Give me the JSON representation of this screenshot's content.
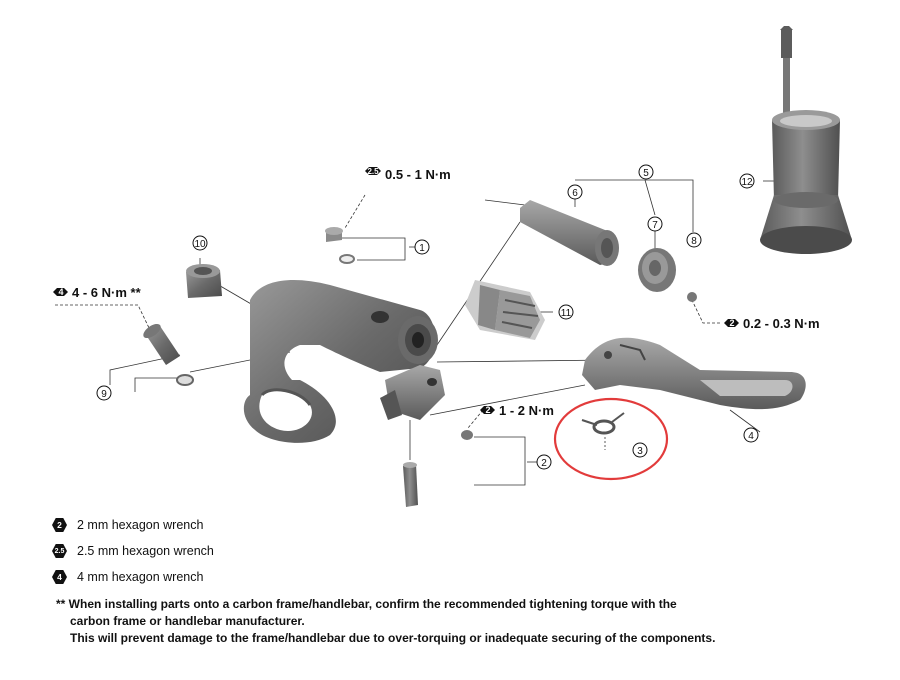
{
  "diagram": {
    "torque_labels": {
      "t_25": "0.5 - 1 N·m",
      "t_4": "4 - 6 N·m **",
      "t_2a": "0.2 - 0.3 N·m",
      "t_2b": "1 - 2 N·m"
    },
    "tool_badges": {
      "b2": "2",
      "b25": "2.5",
      "b4": "4"
    },
    "part_numbers": {
      "p1": "1",
      "p2": "2",
      "p3": "3",
      "p4": "4",
      "p5": "5",
      "p6": "6",
      "p7": "7",
      "p8": "8",
      "p9": "9",
      "p10": "10",
      "p11": "11",
      "p12": "12"
    },
    "highlight_color": "#e23b3b",
    "part_color": "#6d6d6d"
  },
  "legend": [
    {
      "badge": "2",
      "text": "2 mm hexagon wrench"
    },
    {
      "badge": "2.5",
      "text": "2.5 mm hexagon wrench"
    },
    {
      "badge": "4",
      "text": "4 mm hexagon wrench"
    }
  ],
  "note": {
    "line1": "** When installing parts onto a carbon frame/handlebar, confirm the recommended tightening torque with the",
    "line2": "carbon frame or handlebar manufacturer.",
    "line3": "This will prevent damage to the frame/handlebar due to over-torquing or inadequate securing of the components."
  }
}
